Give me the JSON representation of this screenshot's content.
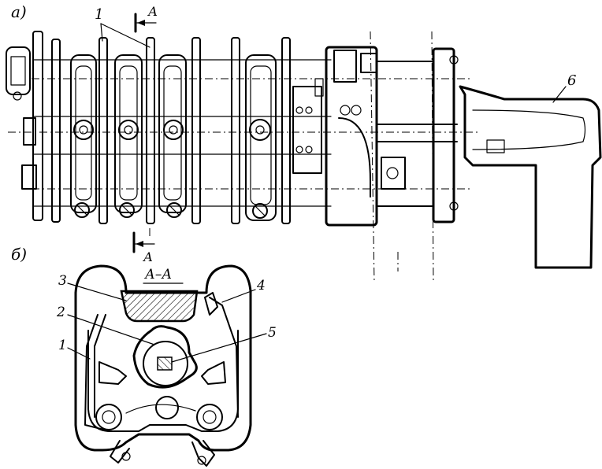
{
  "labels": {
    "view_a": "а)",
    "view_b": "б)",
    "section_title": "А–А",
    "section_mark_top": "А",
    "section_mark_bottom": "А",
    "callout_1_top": "1",
    "callout_6": "6",
    "callout_3": "3",
    "callout_2": "2",
    "callout_1": "1",
    "callout_4": "4",
    "callout_5": "5"
  },
  "colors": {
    "ink": "#000000",
    "paper": "#ffffff"
  }
}
